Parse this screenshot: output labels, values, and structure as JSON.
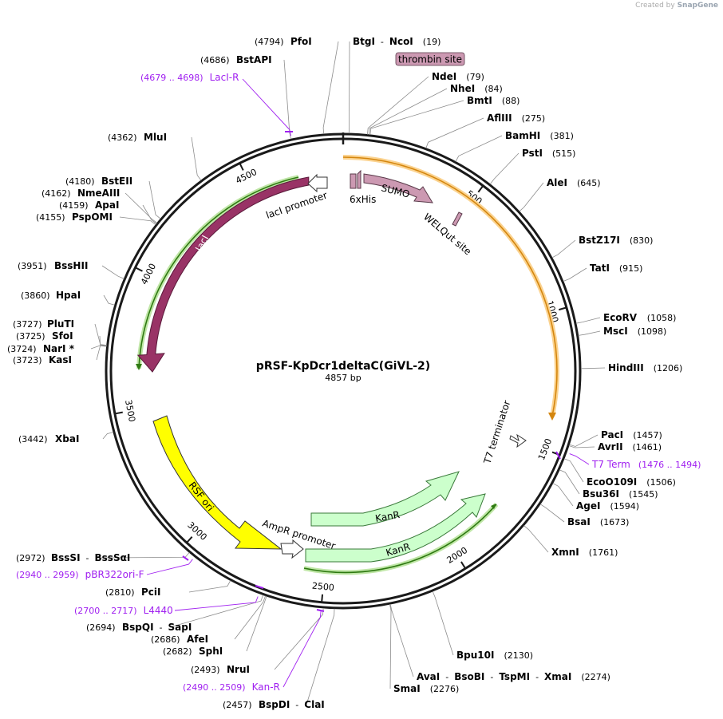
{
  "plasmid": {
    "name": "pRSF-KpDcr1deltaC(GiVL-2)",
    "length_label": "4857 bp",
    "length": 4857
  },
  "watermark": {
    "prefix": "Created by",
    "brand": "SnapGene"
  },
  "ticks": [
    {
      "value": 500,
      "label": "500"
    },
    {
      "value": 1000,
      "label": "1000"
    },
    {
      "value": 1500,
      "label": "1500"
    },
    {
      "value": 2000,
      "label": "2000"
    },
    {
      "value": 2500,
      "label": "2500"
    },
    {
      "value": 3000,
      "label": "3000"
    },
    {
      "value": 3500,
      "label": "3500"
    },
    {
      "value": 4000,
      "label": "4000"
    },
    {
      "value": 4500,
      "label": "4500"
    }
  ],
  "enzymes": [
    {
      "parts": [
        [
          "PfoI",
          "name"
        ]
      ],
      "pos": "(4794)"
    },
    {
      "parts": [
        [
          "BtgI",
          "name"
        ],
        [
          "  -  ",
          "sep"
        ],
        [
          "NcoI",
          "name"
        ]
      ],
      "pos": "(19)"
    },
    {
      "parts": [
        [
          "BstAPI",
          "name"
        ]
      ],
      "pos": "(4686)"
    },
    {
      "parts": [
        [
          "NdeI",
          "name"
        ]
      ],
      "pos": "(79)"
    },
    {
      "parts": [
        [
          "NheI",
          "name"
        ]
      ],
      "pos": "(84)"
    },
    {
      "parts": [
        [
          "BmtI",
          "name"
        ]
      ],
      "pos": "(88)"
    },
    {
      "parts": [
        [
          "AflIII",
          "name"
        ]
      ],
      "pos": "(275)"
    },
    {
      "parts": [
        [
          "BamHI",
          "name"
        ]
      ],
      "pos": "(381)"
    },
    {
      "parts": [
        [
          "PstI",
          "name"
        ]
      ],
      "pos": "(515)"
    },
    {
      "parts": [
        [
          "AleI",
          "name"
        ]
      ],
      "pos": "(645)"
    },
    {
      "parts": [
        [
          "BstZ17I",
          "name"
        ]
      ],
      "pos": "(830)"
    },
    {
      "parts": [
        [
          "TatI",
          "name"
        ]
      ],
      "pos": "(915)"
    },
    {
      "parts": [
        [
          "EcoRV",
          "name"
        ]
      ],
      "pos": "(1058)"
    },
    {
      "parts": [
        [
          "MscI",
          "name"
        ]
      ],
      "pos": "(1098)"
    },
    {
      "parts": [
        [
          "HindIII",
          "name"
        ]
      ],
      "pos": "(1206)"
    },
    {
      "parts": [
        [
          "PacI",
          "name"
        ]
      ],
      "pos": "(1457)"
    },
    {
      "parts": [
        [
          "AvrII",
          "name"
        ]
      ],
      "pos": "(1461)"
    },
    {
      "parts": [
        [
          "EcoO109I",
          "name"
        ]
      ],
      "pos": "(1506)"
    },
    {
      "parts": [
        [
          "Bsu36I",
          "name"
        ]
      ],
      "pos": "(1545)"
    },
    {
      "parts": [
        [
          "AgeI",
          "name"
        ]
      ],
      "pos": "(1594)"
    },
    {
      "parts": [
        [
          "BsaI",
          "name"
        ]
      ],
      "pos": "(1673)"
    },
    {
      "parts": [
        [
          "XmnI",
          "name"
        ]
      ],
      "pos": "(1761)"
    },
    {
      "parts": [
        [
          "Bpu10I",
          "name"
        ]
      ],
      "pos": "(2130)"
    },
    {
      "parts": [
        [
          "AvaI",
          "name"
        ],
        [
          "  -  ",
          "sep"
        ],
        [
          "BsoBI",
          "name"
        ],
        [
          "  -  ",
          "sep"
        ],
        [
          "TspMI",
          "name"
        ],
        [
          "  -  ",
          "sep"
        ],
        [
          "XmaI",
          "name"
        ]
      ],
      "pos": "(2274)"
    },
    {
      "parts": [
        [
          "SmaI",
          "name"
        ]
      ],
      "pos": "(2276)"
    },
    {
      "parts": [
        [
          "BspDI",
          "name"
        ],
        [
          "  -  ",
          "sep"
        ],
        [
          "ClaI",
          "name"
        ]
      ],
      "pos": "(2457)"
    },
    {
      "parts": [
        [
          "NruI",
          "name"
        ]
      ],
      "pos": "(2493)"
    },
    {
      "parts": [
        [
          "SphI",
          "name"
        ]
      ],
      "pos": "(2682)"
    },
    {
      "parts": [
        [
          "AfeI",
          "name"
        ]
      ],
      "pos": "(2686)"
    },
    {
      "parts": [
        [
          "BspQI",
          "name"
        ],
        [
          "  -  ",
          "sep"
        ],
        [
          "SapI",
          "name"
        ]
      ],
      "pos": "(2694)"
    },
    {
      "parts": [
        [
          "PciI",
          "name"
        ]
      ],
      "pos": "(2810)"
    },
    {
      "parts": [
        [
          "BssSI",
          "name"
        ],
        [
          "  -  ",
          "sep"
        ],
        [
          "BssSαI",
          "name"
        ]
      ],
      "pos": "(2972)"
    },
    {
      "parts": [
        [
          "XbaI",
          "name"
        ]
      ],
      "pos": "(3442)"
    },
    {
      "parts": [
        [
          "KasI",
          "name"
        ]
      ],
      "pos": "(3723)"
    },
    {
      "parts": [
        [
          "NarI *",
          "name"
        ]
      ],
      "pos": "(3724)"
    },
    {
      "parts": [
        [
          "SfoI",
          "name"
        ]
      ],
      "pos": "(3725)"
    },
    {
      "parts": [
        [
          "PluTI",
          "name"
        ]
      ],
      "pos": "(3727)"
    },
    {
      "parts": [
        [
          "HpaI",
          "name"
        ]
      ],
      "pos": "(3860)"
    },
    {
      "parts": [
        [
          "BssHII",
          "name"
        ]
      ],
      "pos": "(3951)"
    },
    {
      "parts": [
        [
          "PspOMI",
          "name"
        ]
      ],
      "pos": "(4155)"
    },
    {
      "parts": [
        [
          "ApaI",
          "name"
        ]
      ],
      "pos": "(4159)"
    },
    {
      "parts": [
        [
          "NmeAIII",
          "name"
        ]
      ],
      "pos": "(4162)"
    },
    {
      "parts": [
        [
          "BstEII",
          "name"
        ]
      ],
      "pos": "(4180)"
    },
    {
      "parts": [
        [
          "MluI",
          "name"
        ]
      ],
      "pos": "(4362)"
    }
  ],
  "primers": [
    {
      "name": "LacI-R",
      "range": "(4679 .. 4698)"
    },
    {
      "name": "T7 Term",
      "range": "(1476 .. 1494)"
    },
    {
      "name": "pBR322ori-F",
      "range": "(2940 .. 2959)"
    },
    {
      "name": "L4440",
      "range": "(2700 .. 2717)"
    },
    {
      "name": "Kan-R",
      "range": "(2490 .. 2509)"
    }
  ],
  "features": [
    {
      "id": "lacI",
      "label": "lacI",
      "color": "#993366"
    },
    {
      "id": "laci-promoter",
      "label": "lacI promoter",
      "color": "#ffffff"
    },
    {
      "id": "6xhis",
      "label": "6xHis",
      "color": "#cc99b2"
    },
    {
      "id": "sumo",
      "label": "SUMO",
      "color": "#cc99b2"
    },
    {
      "id": "welqut",
      "label": "WELQut site",
      "color": "#cc99b2"
    },
    {
      "id": "thrombin",
      "label": "thrombin site",
      "color": "#cc99b2"
    },
    {
      "id": "t7-terminator",
      "label": "T7 terminator",
      "color": "#ffffff"
    },
    {
      "id": "kanr-1",
      "label": "KanR",
      "color": "#ccffcc"
    },
    {
      "id": "kanr-2",
      "label": "KanR",
      "color": "#ccffcc"
    },
    {
      "id": "ampr-promoter",
      "label": "AmpR promoter",
      "color": "#ffffff"
    },
    {
      "id": "rsf-ori",
      "label": "RSF ori",
      "color": "#ffff00"
    }
  ],
  "colors": {
    "backbone": "#1a1a1a",
    "orf_orange": "#f5a623",
    "orf_green": "#5ba829",
    "primer": "#a020f0",
    "leader": "#8c8c8c"
  }
}
